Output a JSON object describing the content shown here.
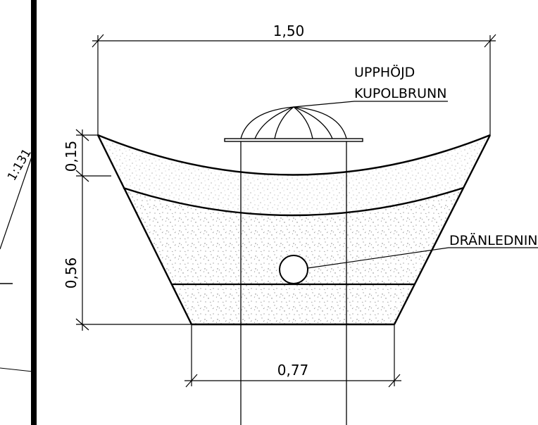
{
  "drawing": {
    "dimensions": {
      "top_width": "1,50",
      "bottom_width": "0,77",
      "top_layer_depth": "0,15",
      "lower_depth": "0,56"
    },
    "slope_label": "1:131",
    "labels": {
      "kupolbrunn_line1": "UPPHÖJD",
      "kupolbrunn_line2": "KUPOLBRUNN",
      "dranledning": "DRÄNLEDNING"
    },
    "colors": {
      "ink": "#000000",
      "background": "#ffffff",
      "fill_dots": "#8a8a8a"
    }
  }
}
